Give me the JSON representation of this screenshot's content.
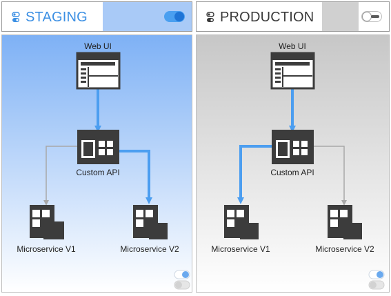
{
  "colors": {
    "accent_blue": "#4a9ff0",
    "arrow_blue": "#4c9ef0",
    "arrow_gray": "#a8a8a8",
    "icon_dark": "#3c3c3c",
    "staging_title": "#3b8fe3",
    "production_title": "#3a3a3a",
    "staging_gradient_top": "#7eb1f5",
    "staging_gradient_bottom": "#ffffff",
    "production_gradient_top": "#c7c7c7",
    "production_gradient_bottom": "#ffffff"
  },
  "staging": {
    "title": "STAGING",
    "title_icon": "toggle-small-icon",
    "toggle_state": "on",
    "nodes": {
      "web_ui": "Web UI",
      "custom_api": "Custom API",
      "microservice_v1": "Microservice V1",
      "microservice_v2": "Microservice V2"
    },
    "active_route": "microservice_v2"
  },
  "production": {
    "title": "PRODUCTION",
    "title_icon": "toggle-small-icon",
    "toggle_state": "off",
    "nodes": {
      "web_ui": "Web UI",
      "custom_api": "Custom API",
      "microservice_v1": "Microservice V1",
      "microservice_v2": "Microservice V2"
    },
    "active_route": "microservice_v1"
  }
}
